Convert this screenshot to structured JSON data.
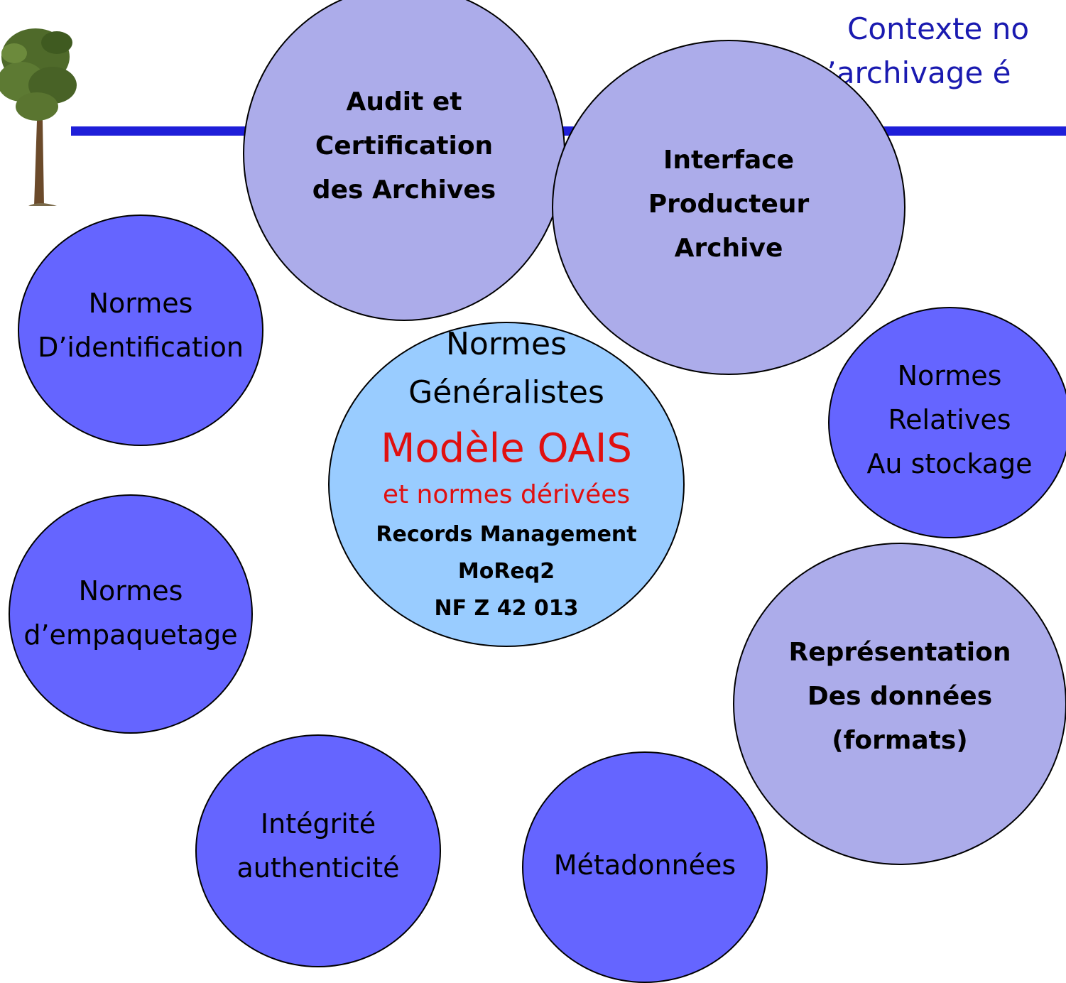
{
  "header": {
    "title_line1": "Contexte no",
    "title_line2": "L’archivage é"
  },
  "bubbles": {
    "audit": [
      "Audit et",
      "Certification",
      "des Archives"
    ],
    "interface": [
      "Interface",
      "Producteur",
      "Archive"
    ],
    "identification": [
      "Normes",
      "D’identification"
    ],
    "center": {
      "line1": "Normes",
      "line2": "Généralistes",
      "oais": "Modèle OAIS",
      "derived": "et normes dérivées",
      "items": [
        "Records Management",
        "MoReq2",
        "NF Z 42 013"
      ]
    },
    "stockage": [
      "Normes",
      "Relatives",
      "Au stockage"
    ],
    "empaquetage": [
      "Normes",
      "d’empaquetage"
    ],
    "representation": [
      "Représentation",
      "Des données",
      "(formats)"
    ],
    "integrite": [
      "Intégrité",
      "authenticité"
    ],
    "metadonnees": [
      "Métadonnées"
    ]
  },
  "colors": {
    "dark_bubble": "#6565ff",
    "light_bubble": "#acacea",
    "core_bubble": "#99ccff",
    "accent_red": "#e01010",
    "title_blue": "#1a1ab0",
    "rule_blue": "#1f1fd9"
  }
}
